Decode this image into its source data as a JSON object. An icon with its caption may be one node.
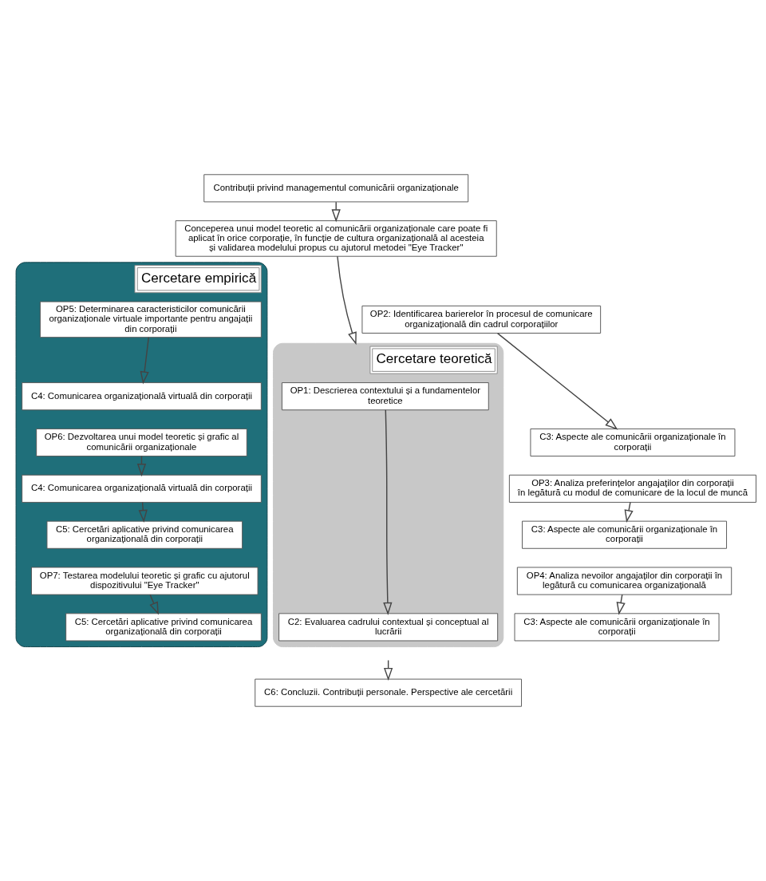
{
  "diagram": {
    "nodes": [
      {
        "text": [
          "Contribuții privind managementul comunicării organizaționale"
        ]
      },
      {
        "text": [
          "Conceperea unui model teoretic al comunicării organizaționale care poate fi aplicat în orice corporație, în funcție de cultura organizațională al acesteia și validarea modelului propus cu ajutorul metodei \"Eye Tracker\""
        ]
      },
      {
        "text": [
          "Cercetare teoretică"
        ]
      },
      {
        "text": [
          "OP1: Descrierea contextului și a fundamentelor teoretice"
        ],
        "in": 2
      },
      {
        "text": [
          "C2: Evaluarea cadrului contextual și conceptual al lucrării"
        ],
        "in": 2
      },
      {
        "text": [
          "Cercetare empirică"
        ]
      },
      {
        "text": [
          "OP2: Identificarea barierelor în procesul de comunicare organizațională din cadrul corporațiilor"
        ]
      },
      {
        "text": [
          "C3: Aspecte ale comunicării organizaționale în corporații"
        ]
      },
      {
        "text": [
          "OP3: Analiza preferințelor angajaților din corporații în legătură cu modul de comunicare de la locul de muncă"
        ]
      },
      {
        "text": [
          "C3: Aspecte ale comunicării organizaționale în corporații"
        ]
      },
      {
        "text": [
          "OP4: Analiza nevoilor angajaților din corporații în legătură cu comunicarea organizațională"
        ]
      },
      {
        "text": [
          "C3: Aspecte ale comunicării organizaționale în corporații"
        ]
      },
      {
        "text": [
          "OP5: Determinarea caracteristicilor comunicării organizaționale virtuale importante pentru angajații din corporații"
        ],
        "in": 5
      },
      {
        "text": [
          "C4: Comunicarea organizațională virtuală din corporații"
        ],
        "in": 5
      },
      {
        "text": [
          "OP6: Dezvoltarea unui model teoretic și grafic al comunicării organizaționale"
        ],
        "in": 5
      },
      {
        "text": [
          "C4: Comunicarea organizațională virtuală din corporații"
        ],
        "in": 5
      },
      {
        "text": [
          "C5: Cercetări aplicative privind comunicarea organizațională din corporații"
        ],
        "in": 5
      },
      {
        "text": [
          "OP7: Testarea modelului teoretic și grafic cu ajutorul dispozitivului \"Eye Tracker\""
        ],
        "in": 5
      },
      {
        "text": [
          "C5: Cercetări aplicative privind comunicarea organizațională din corporații"
        ],
        "in": 5
      },
      {
        "text": [
          "C6: Concluzii. Contribuții personale. Perspective ale cercetării"
        ]
      }
    ],
    "edges": [
      {
        "from": 0,
        "to": 1,
        "arrow": "to"
      },
      {
        "from": 1,
        "to": 2,
        "arrow": "to"
      },
      {
        "from": 3,
        "to": 4,
        "arrow": "to"
      },
      {
        "from": 6,
        "to": 7,
        "arrow": "to"
      },
      {
        "from": 8,
        "to": 9,
        "arrow": "to"
      },
      {
        "from": 10,
        "to": 11,
        "arrow": "to"
      },
      {
        "from": 12,
        "to": 13,
        "arrow": "to"
      },
      {
        "from": 14,
        "to": 15,
        "arrow": "to"
      },
      {
        "from": 15,
        "to": 16,
        "arrow": "to"
      },
      {
        "from": 17,
        "to": 18,
        "arrow": "to"
      },
      {
        "from": null,
        "to": 19,
        "arrow": "to"
      }
    ]
  }
}
